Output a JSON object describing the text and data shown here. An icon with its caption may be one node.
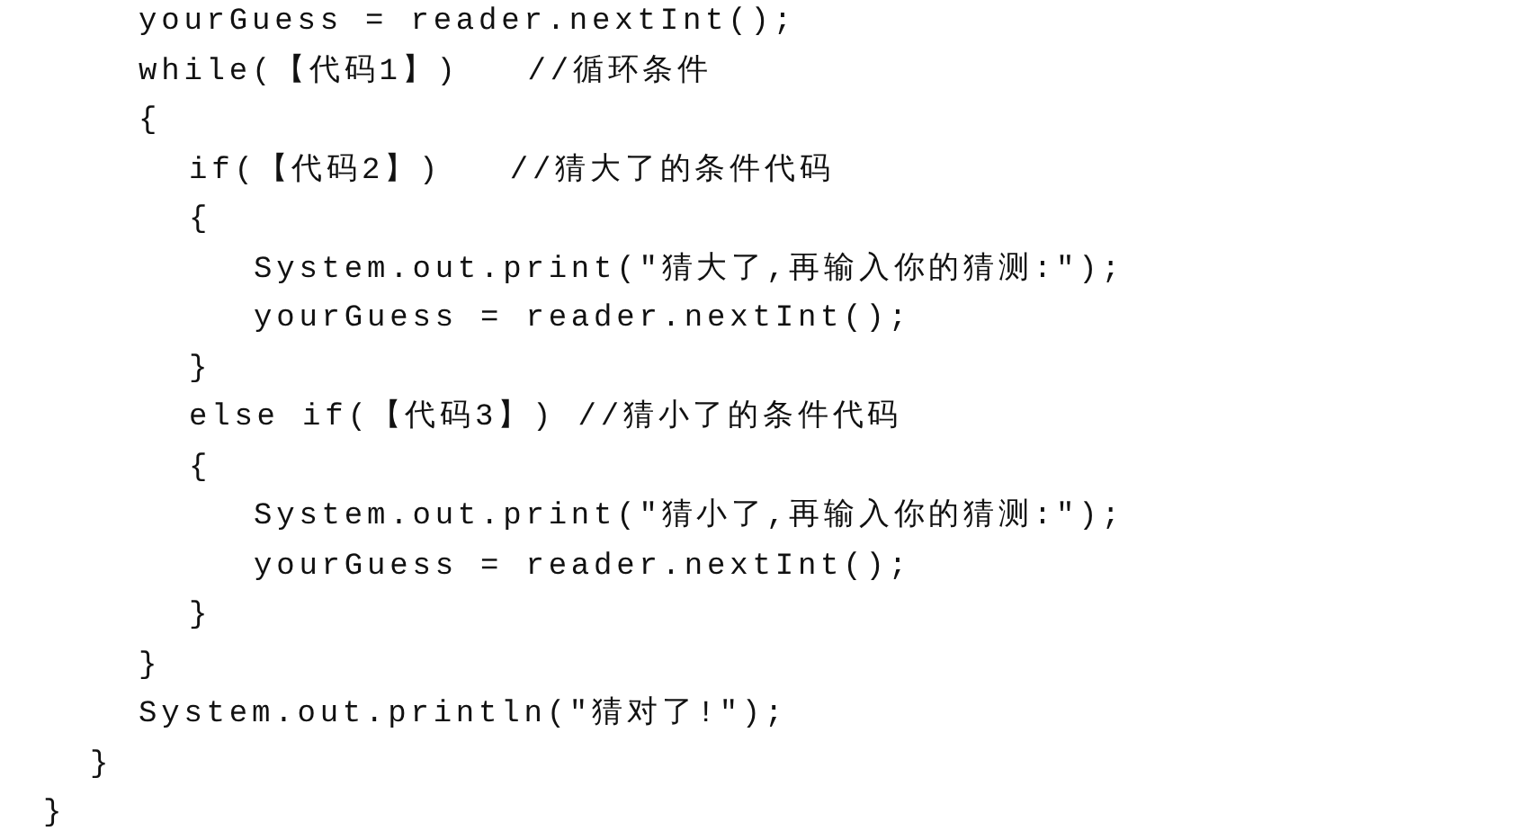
{
  "diagram": {
    "labels": [
      "yourGuess = reader.nextInt();",
      "while(【代码1】)   //循环条件",
      "{",
      "if(【代码2】)   //猜大了的条件代码",
      "{",
      "System.out.print(\"猜大了,再输入你的猜测:\");",
      "yourGuess = reader.nextInt();",
      "}",
      "else if(【代码3】) //猜小了的条件代码",
      "{",
      "System.out.print(\"猜小了,再输入你的猜测:\");",
      "yourGuess = reader.nextInt();",
      "}",
      "}",
      "System.out.println(\"猜对了!\");",
      "}",
      "}"
    ]
  }
}
